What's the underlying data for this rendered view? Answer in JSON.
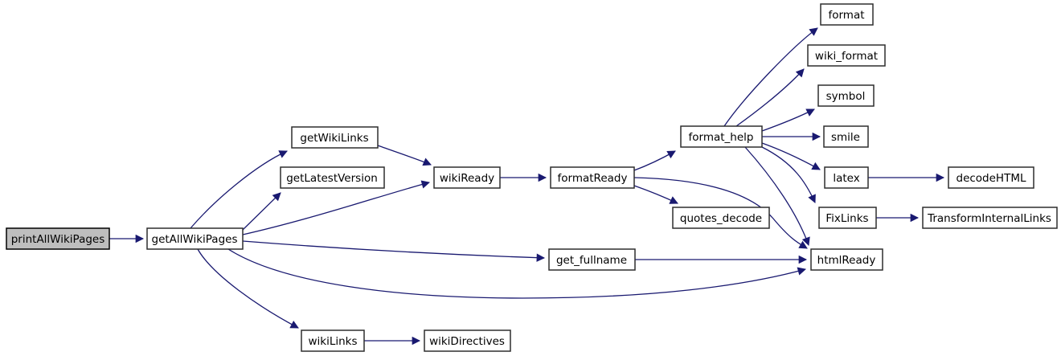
{
  "diagram": {
    "type": "call-graph",
    "colors": {
      "edge": "#191970",
      "node_fill": "#ffffff",
      "node_border": "#2e2e2e",
      "highlight_fill": "#bebebe",
      "text": "#000000",
      "background": "#ffffff"
    },
    "nodes": [
      {
        "id": "printAllWikiPages",
        "label": "printAllWikiPages",
        "highlighted": true
      },
      {
        "id": "getAllWikiPages",
        "label": "getAllWikiPages",
        "highlighted": false
      },
      {
        "id": "getWikiLinks",
        "label": "getWikiLinks",
        "highlighted": false
      },
      {
        "id": "getLatestVersion",
        "label": "getLatestVersion",
        "highlighted": false
      },
      {
        "id": "wikiReady",
        "label": "wikiReady",
        "highlighted": false
      },
      {
        "id": "formatReady",
        "label": "formatReady",
        "highlighted": false
      },
      {
        "id": "format_help",
        "label": "format_help",
        "highlighted": false
      },
      {
        "id": "quotes_decode",
        "label": "quotes_decode",
        "highlighted": false
      },
      {
        "id": "get_fullname",
        "label": "get_fullname",
        "highlighted": false
      },
      {
        "id": "format",
        "label": "format",
        "highlighted": false
      },
      {
        "id": "wiki_format",
        "label": "wiki_format",
        "highlighted": false
      },
      {
        "id": "symbol",
        "label": "symbol",
        "highlighted": false
      },
      {
        "id": "smile",
        "label": "smile",
        "highlighted": false
      },
      {
        "id": "latex",
        "label": "latex",
        "highlighted": false
      },
      {
        "id": "decodeHTML",
        "label": "decodeHTML",
        "highlighted": false
      },
      {
        "id": "FixLinks",
        "label": "FixLinks",
        "highlighted": false
      },
      {
        "id": "TransformInternalLinks",
        "label": "TransformInternalLinks",
        "highlighted": false
      },
      {
        "id": "htmlReady",
        "label": "htmlReady",
        "highlighted": false
      },
      {
        "id": "wikiLinks",
        "label": "wikiLinks",
        "highlighted": false
      },
      {
        "id": "wikiDirectives",
        "label": "wikiDirectives",
        "highlighted": false
      }
    ],
    "edges": [
      {
        "from": "printAllWikiPages",
        "to": "getAllWikiPages"
      },
      {
        "from": "getAllWikiPages",
        "to": "getWikiLinks"
      },
      {
        "from": "getAllWikiPages",
        "to": "getLatestVersion"
      },
      {
        "from": "getAllWikiPages",
        "to": "wikiReady"
      },
      {
        "from": "getAllWikiPages",
        "to": "get_fullname"
      },
      {
        "from": "getAllWikiPages",
        "to": "htmlReady"
      },
      {
        "from": "getAllWikiPages",
        "to": "wikiLinks"
      },
      {
        "from": "getWikiLinks",
        "to": "wikiReady"
      },
      {
        "from": "wikiReady",
        "to": "formatReady"
      },
      {
        "from": "formatReady",
        "to": "format_help"
      },
      {
        "from": "formatReady",
        "to": "quotes_decode"
      },
      {
        "from": "formatReady",
        "to": "htmlReady"
      },
      {
        "from": "format_help",
        "to": "format"
      },
      {
        "from": "format_help",
        "to": "wiki_format"
      },
      {
        "from": "format_help",
        "to": "symbol"
      },
      {
        "from": "format_help",
        "to": "smile"
      },
      {
        "from": "format_help",
        "to": "latex"
      },
      {
        "from": "format_help",
        "to": "FixLinks"
      },
      {
        "from": "format_help",
        "to": "htmlReady"
      },
      {
        "from": "latex",
        "to": "decodeHTML"
      },
      {
        "from": "FixLinks",
        "to": "TransformInternalLinks"
      },
      {
        "from": "get_fullname",
        "to": "htmlReady"
      },
      {
        "from": "wikiLinks",
        "to": "wikiDirectives"
      }
    ]
  }
}
